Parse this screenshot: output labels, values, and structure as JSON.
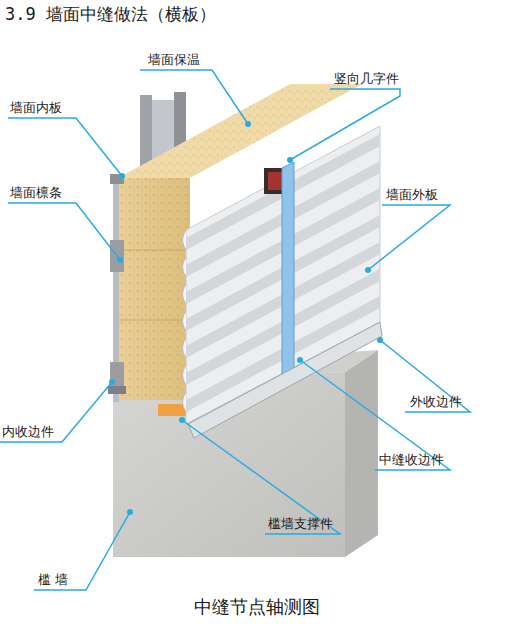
{
  "diagram": {
    "title": "3.9 墙面中缝做法（横板）",
    "caption": "中缝节点轴测图",
    "labels": [
      "墙面保温",
      "竖向几字件",
      "墙面内板",
      "墙面外板",
      "墙面檩条",
      "外收边件",
      "内收边件",
      "中缝收边件",
      "槛墙支撑件",
      "槛 墙"
    ]
  }
}
